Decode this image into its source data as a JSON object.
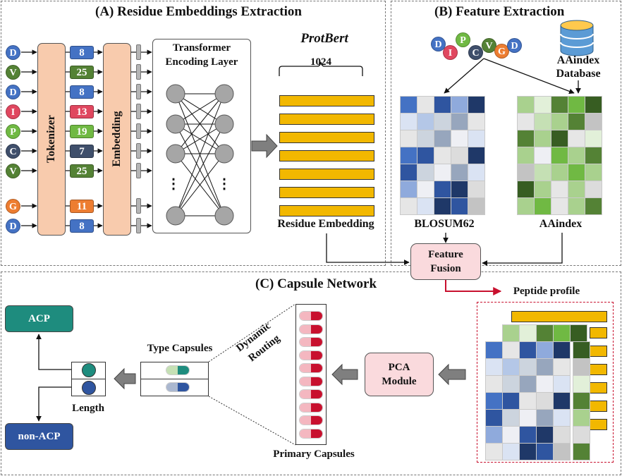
{
  "panels": {
    "a_title": "(A) Residue Embeddings Extraction",
    "b_title": "(B) Feature Extraction",
    "c_title": "(C) Capsule Network"
  },
  "residue_extraction": {
    "sequence": [
      {
        "aa": "D",
        "token": "8",
        "color": "#4472c4"
      },
      {
        "aa": "V",
        "token": "25",
        "color": "#548235"
      },
      {
        "aa": "D",
        "token": "8",
        "color": "#4472c4"
      },
      {
        "aa": "I",
        "token": "13",
        "color": "#e0475f"
      },
      {
        "aa": "P",
        "token": "19",
        "color": "#70b943"
      },
      {
        "aa": "C",
        "token": "7",
        "color": "#3f4f6b"
      },
      {
        "aa": "V",
        "token": "25",
        "color": "#548235"
      },
      {
        "aa": "G",
        "token": "11",
        "color": "#ed7d31"
      },
      {
        "aa": "D",
        "token": "8",
        "color": "#4472c4"
      }
    ],
    "tokenizer_label": "Tokenizer",
    "embedding_label": "Embedding",
    "transformer_label_line1": "Transformer",
    "transformer_label_line2": "Encoding Layer",
    "ellipsis": "⋮",
    "protbert_label": "ProtBert",
    "dimension_label": "1024",
    "residue_embedding_label": "Residue Embedding",
    "embedding_rows": 7
  },
  "feature_extraction": {
    "peptide_chain": [
      {
        "aa": "D",
        "color": "#4472c4"
      },
      {
        "aa": "I",
        "color": "#e0475f"
      },
      {
        "aa": "P",
        "color": "#70b943"
      },
      {
        "aa": "C",
        "color": "#3f4f6b"
      },
      {
        "aa": "V",
        "color": "#548235"
      },
      {
        "aa": "G",
        "color": "#ed7d31"
      },
      {
        "aa": "D",
        "color": "#4472c4"
      }
    ],
    "database_label_line1": "AAindex",
    "database_label_line2": "Database",
    "blosum_label": "BLOSUM62",
    "aaindex_label": "AAindex",
    "blosum_grid": [
      [
        "#4472c4",
        "#e6e6e6",
        "#2f55a0",
        "#8faadc",
        "#1f3868"
      ],
      [
        "#dae3f3",
        "#b4c7e7",
        "#ccd4de",
        "#97a6bd",
        "#e6e6e6"
      ],
      [
        "#e6e6e6",
        "#ccd4de",
        "#97a6bd",
        "#eeeff4",
        "#dae3f3"
      ],
      [
        "#4472c4",
        "#2f55a0",
        "#e6e6e6",
        "#dcdcdc",
        "#1f3868"
      ],
      [
        "#2f55a0",
        "#ccd4de",
        "#eeeff4",
        "#97a6bd",
        "#dae3f3"
      ],
      [
        "#8faadc",
        "#eeeff4",
        "#2f55a0",
        "#1f3868",
        "#dcdcdc"
      ],
      [
        "#e6e6e6",
        "#dae3f3",
        "#1f3868",
        "#2f55a0",
        "#c3c3c3"
      ]
    ],
    "aaindex_grid": [
      [
        "#a9d18e",
        "#e2f0d9",
        "#548235",
        "#70b943",
        "#375d22"
      ],
      [
        "#e6e6e6",
        "#c5e0b4",
        "#a9d18e",
        "#548235",
        "#c3c3c3"
      ],
      [
        "#548235",
        "#a9d18e",
        "#375d22",
        "#e6e6e6",
        "#e2f0d9"
      ],
      [
        "#a9d18e",
        "#eeeff4",
        "#70b943",
        "#a9d18e",
        "#548235"
      ],
      [
        "#c3c3c3",
        "#c5e0b4",
        "#a9d18e",
        "#70b943",
        "#a9d18e"
      ],
      [
        "#375d22",
        "#a9d18e",
        "#e6e6e6",
        "#a9d18e",
        "#dcdcdc"
      ],
      [
        "#a9d18e",
        "#70b943",
        "#e6e6e6",
        "#a9d18e",
        "#548235"
      ]
    ],
    "fusion_label_line1": "Feature",
    "fusion_label_line2": "Fusion"
  },
  "capsule_network": {
    "peptide_profile_label": "Peptide profile",
    "profile_green_column": [
      "#375d22",
      "#c3c3c3",
      "#e2f0d9",
      "#548235",
      "#a9d18e",
      "#dcdcdc",
      "#548235"
    ],
    "profile_green_top_row": [
      "#a9d18e",
      "#e2f0d9",
      "#548235",
      "#70b943",
      "#375d22"
    ],
    "pca_label_line1": "PCA",
    "pca_label_line2": "Module",
    "primary_capsules_label": "Primary Capsules",
    "primary_capsule_count": 10,
    "dynamic_routing_line1": "Dynamic",
    "dynamic_routing_line2": "Routing",
    "type_capsules_label": "Type Capsules",
    "length_label": "Length",
    "outputs": [
      {
        "label": "ACP",
        "color": "#1e8c7e"
      },
      {
        "label": "non-ACP",
        "color": "#2f55a0"
      }
    ],
    "colors": {
      "primary_light": "#f4b7c0",
      "primary_dark": "#c8102e",
      "acp_light": "#c5e0b4",
      "acp_dark": "#1e8c7e",
      "nonacp_light": "#aab7cf",
      "nonacp_dark": "#2f55a0",
      "red_arrow": "#c8102e"
    }
  }
}
